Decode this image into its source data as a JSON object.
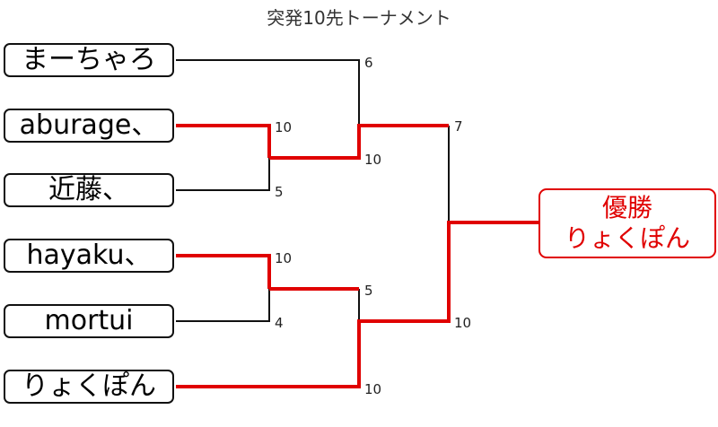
{
  "title": "突発10先トーナメント",
  "colors": {
    "winner_line": "#e00000",
    "line": "#111111"
  },
  "players": [
    "まーちゃろ",
    "aburage、",
    "近藤、",
    "hayaku、",
    "mortui",
    "りょくぽん"
  ],
  "scores": {
    "r1_match1_top": "10",
    "r1_match1_bottom": "5",
    "r1_match2_top": "10",
    "r1_match2_bottom": "4",
    "r2_semi1_top": "6",
    "r2_semi1_bottom": "10",
    "r2_semi2_top": "5",
    "r2_semi2_bottom": "10",
    "final_top": "7",
    "final_bottom": "10"
  },
  "winner": {
    "label": "優勝",
    "name": "りょくぽん"
  }
}
